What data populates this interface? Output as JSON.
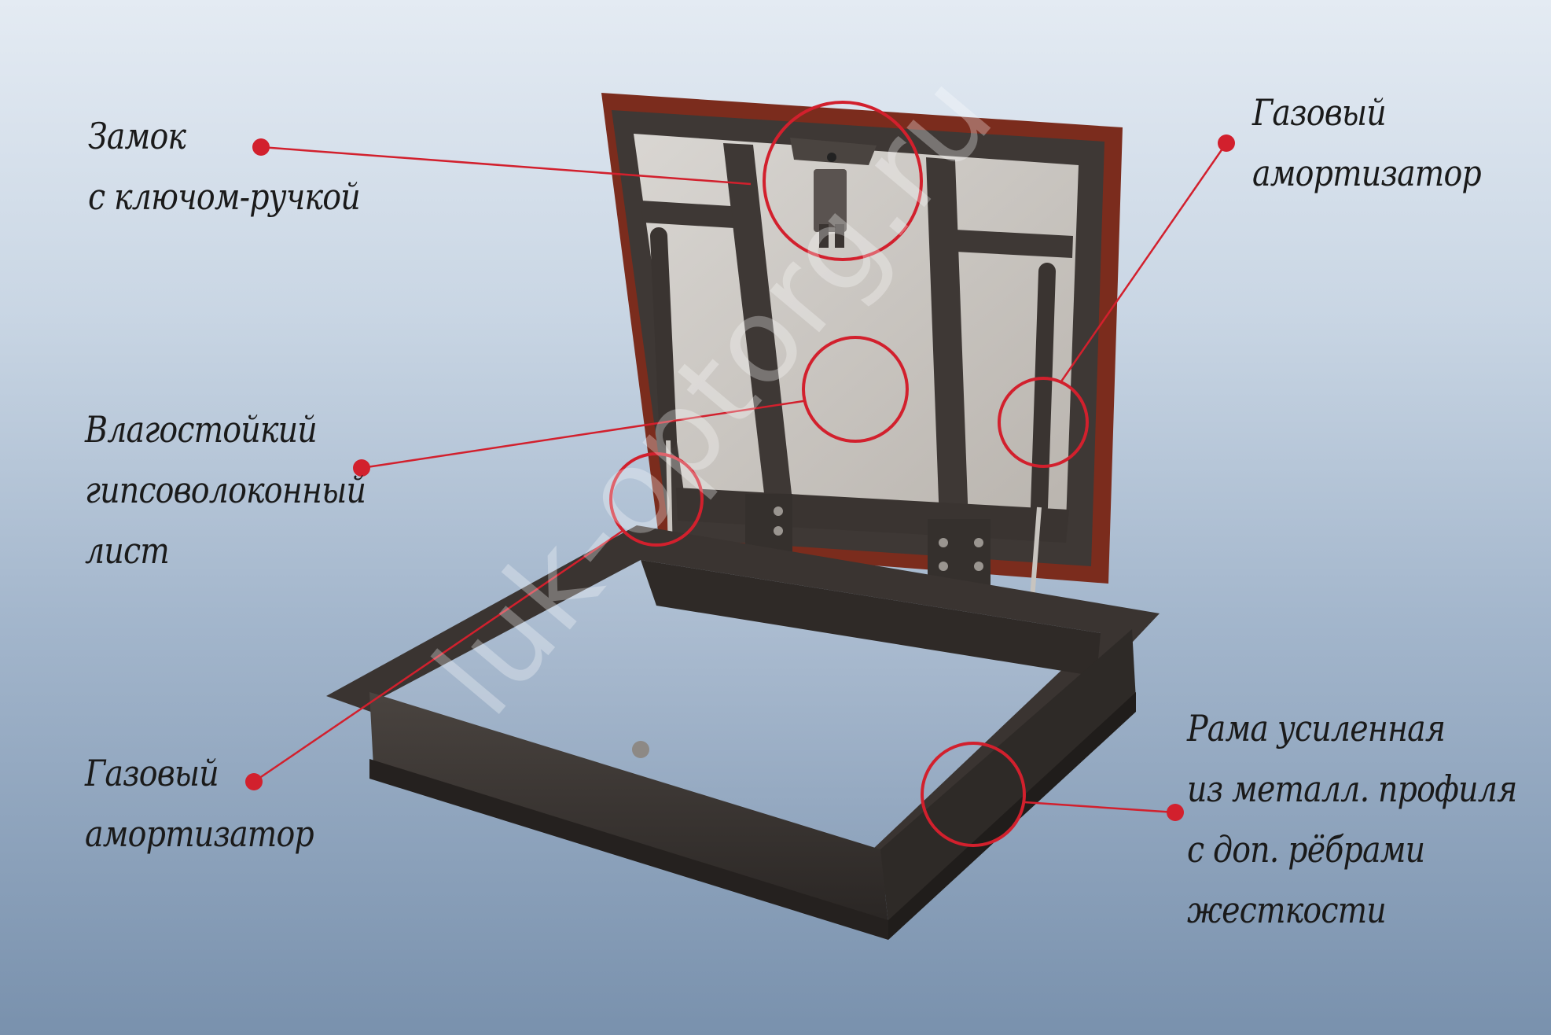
{
  "labels": {
    "lock": {
      "line1": "Замок",
      "line2": "с ключом-ручкой"
    },
    "gas_top": {
      "line1": "Газовый",
      "line2": "амортизатор"
    },
    "gypsum": {
      "line1": "Влагостойкий",
      "line2": "гипсоволоконный",
      "line3": "лист"
    },
    "gas_bottom": {
      "line1": "Газовый",
      "line2": "амортизатор"
    },
    "frame": {
      "line1": "Рама усиленная",
      "line2": "из металл. профиля",
      "line3": "с доп. рёбрами",
      "line4": "жесткости"
    }
  },
  "watermark": "luk-optorg.ru",
  "colors": {
    "callout_red": "#d2202d",
    "metal_dark": "#3b3532",
    "wood_trim": "#7b2c1d",
    "panel_fill": "#cfcac4"
  }
}
